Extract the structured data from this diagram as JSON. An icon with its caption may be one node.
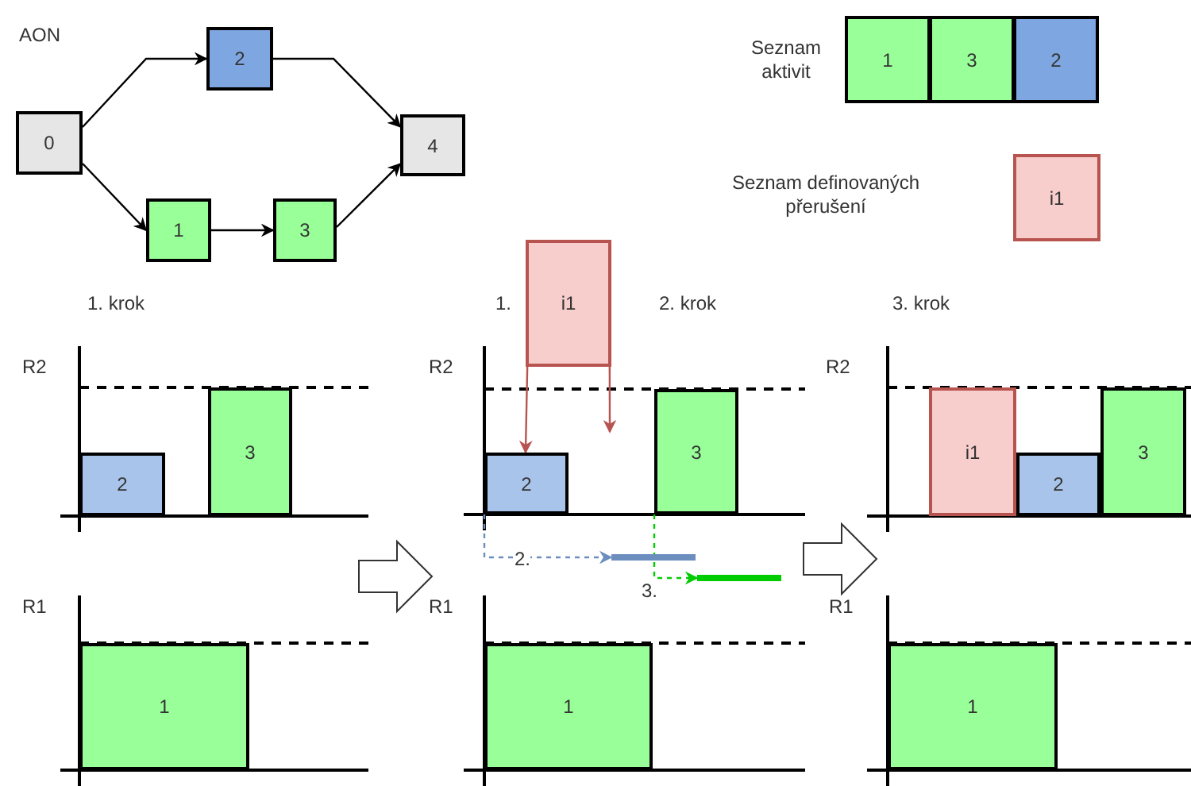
{
  "diagram": {
    "nodes": [
      {
        "text": [
          "0"
        ]
      },
      {
        "text": [
          "2"
        ]
      },
      {
        "text": [
          "1"
        ]
      },
      {
        "text": [
          "3"
        ]
      },
      {
        "text": [
          "4"
        ]
      },
      {
        "text": [
          "1"
        ]
      },
      {
        "text": [
          "3"
        ]
      },
      {
        "text": [
          "2"
        ]
      },
      {
        "text": [
          "i1"
        ]
      },
      {
        "text": [
          "2"
        ]
      },
      {
        "text": [
          "3"
        ]
      },
      {
        "text": [
          "1"
        ]
      },
      {
        "text": [
          "i1"
        ],
        "beside": [
          "1."
        ]
      },
      {
        "text": [
          "2"
        ]
      },
      {
        "text": [
          "3"
        ]
      },
      {
        "text": [
          "1"
        ]
      },
      {
        "text": [
          "i1"
        ]
      },
      {
        "text": [
          "2"
        ]
      },
      {
        "text": [
          "3"
        ]
      },
      {
        "text": [
          "1"
        ]
      },
      {
        "text": [],
        "shape": "bar"
      },
      {
        "text": [],
        "shape": "bar"
      }
    ],
    "edges": [
      {
        "from": 0,
        "to": 1,
        "arrow": "to"
      },
      {
        "from": 0,
        "to": 2,
        "arrow": "to"
      },
      {
        "from": 2,
        "to": 3,
        "arrow": "to"
      },
      {
        "from": 1,
        "to": 4,
        "arrow": "to"
      },
      {
        "from": 3,
        "to": 4,
        "arrow": "to"
      },
      {
        "from": 12,
        "to": 13,
        "arrow": "to",
        "color": "#b85450"
      },
      {
        "from": 12,
        "to": null,
        "arrow": "to",
        "color": "#b85450"
      },
      {
        "from": 13,
        "to": 20,
        "arrow": "to",
        "label": "2.",
        "style": "dashed",
        "color": "#6c8ebf"
      },
      {
        "from": 14,
        "to": 21,
        "arrow": "to",
        "label": "3.",
        "style": "dashed",
        "color": "#00cc00"
      }
    ],
    "labels": [
      "AON",
      "Seznam aktivit",
      "Seznam definovaných přerušení",
      "1. krok",
      "2. krok",
      "3. krok",
      "R2",
      "R2",
      "R2",
      "R1",
      "R1",
      "R1"
    ]
  }
}
